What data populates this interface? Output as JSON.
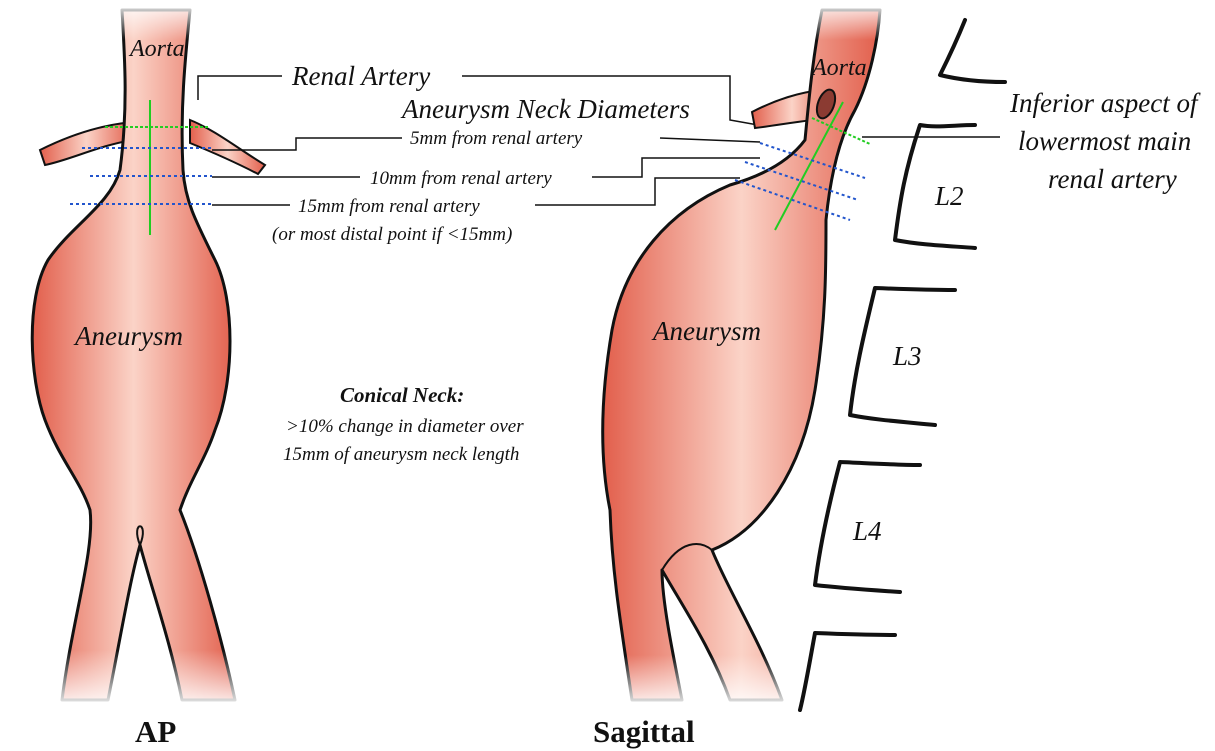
{
  "ap_view": {
    "title": "AP",
    "aorta_label": "Aorta",
    "aneurysm_label": "Aneurysm"
  },
  "sagittal_view": {
    "title": "Sagittal",
    "aorta_label": "Aorta",
    "aneurysm_label": "Aneurysm",
    "vertebrae": [
      "L2",
      "L3",
      "L4"
    ]
  },
  "annotations": {
    "renal_artery": "Renal Artery",
    "neck_diameters_heading": "Aneurysm Neck Diameters",
    "d5": "5mm from renal artery",
    "d10": "10mm from renal artery",
    "d15": "15mm from renal artery",
    "d15_note": "(or most distal point if  <15mm)",
    "inferior_aspect": [
      "Inferior aspect of",
      "lowermost main",
      "renal artery"
    ]
  },
  "conical_neck": {
    "heading": "Conical Neck:",
    "line1": ">10% change in diameter over",
    "line2": "15mm of  aneurysm neck length"
  },
  "colors": {
    "vessel_fill": "#ef8a78",
    "vessel_core": "#fbd3c7",
    "outline": "#111111",
    "measure_green": "#22cc22",
    "measure_blue": "#2255cc"
  }
}
